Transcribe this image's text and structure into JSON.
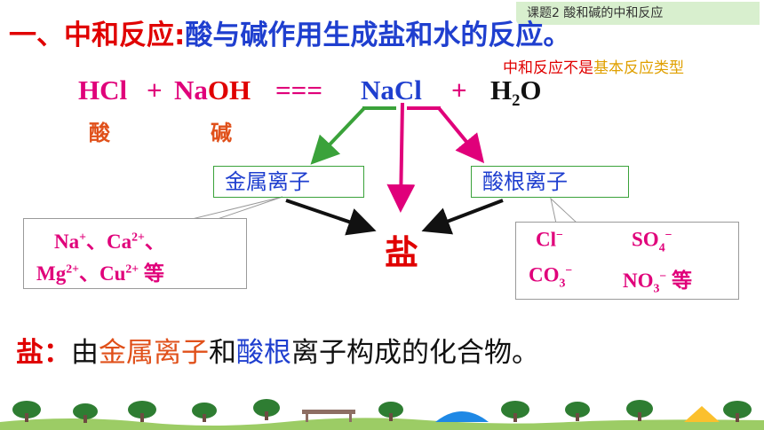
{
  "header_tag": "课题2   酸和碱的中和反应",
  "title": {
    "prefix": "一、中和反应:",
    "definition": "酸与碱作用生成盐和水的反应。"
  },
  "note": {
    "part1": "中和反应不是",
    "part2": "基本反应类型"
  },
  "equation": {
    "acid": "HCl",
    "plus1": "+",
    "base_na": "Na",
    "base_oh": "OH",
    "arrow": "===",
    "salt": "NaCl",
    "plus2": "+",
    "water_h": "H",
    "water_sub": "2",
    "water_o": "O"
  },
  "labels": {
    "acid": "酸",
    "base": "碱"
  },
  "boxes": {
    "metal_ion": "金属离子",
    "acid_radical": "酸根离子"
  },
  "salt_center": "盐",
  "metal_examples": {
    "line1": {
      "na": "Na",
      "na_charge": "+",
      "sep1": "、",
      "ca": "Ca",
      "ca_charge": "2+",
      "sep2": "、"
    },
    "line2": {
      "mg": "Mg",
      "mg_charge": "2+",
      "sep": "、",
      "cu": "Cu",
      "cu_charge": "2+",
      "etc": " 等"
    }
  },
  "acid_examples": {
    "line1": {
      "cl": "Cl",
      "cl_charge": "−",
      "so": "SO",
      "so_sub": "4",
      "so_charge": "−"
    },
    "line2": {
      "co": "CO",
      "co_sub": "3",
      "co_charge": "−",
      "no": "NO",
      "no_sub": "3",
      "no_charge": "−",
      "etc": " 等"
    }
  },
  "salt_definition": {
    "head": "盐",
    "colon": "：",
    "p1": "由",
    "metal": "金属离子",
    "p2": "和",
    "acid_root": "酸根",
    "p3": "离子构成的化合物。"
  },
  "colors": {
    "red": "#e00000",
    "blue": "#1f3fcf",
    "green": "#3aa23a",
    "magenta": "#e0007a",
    "orange": "#e0501a"
  }
}
